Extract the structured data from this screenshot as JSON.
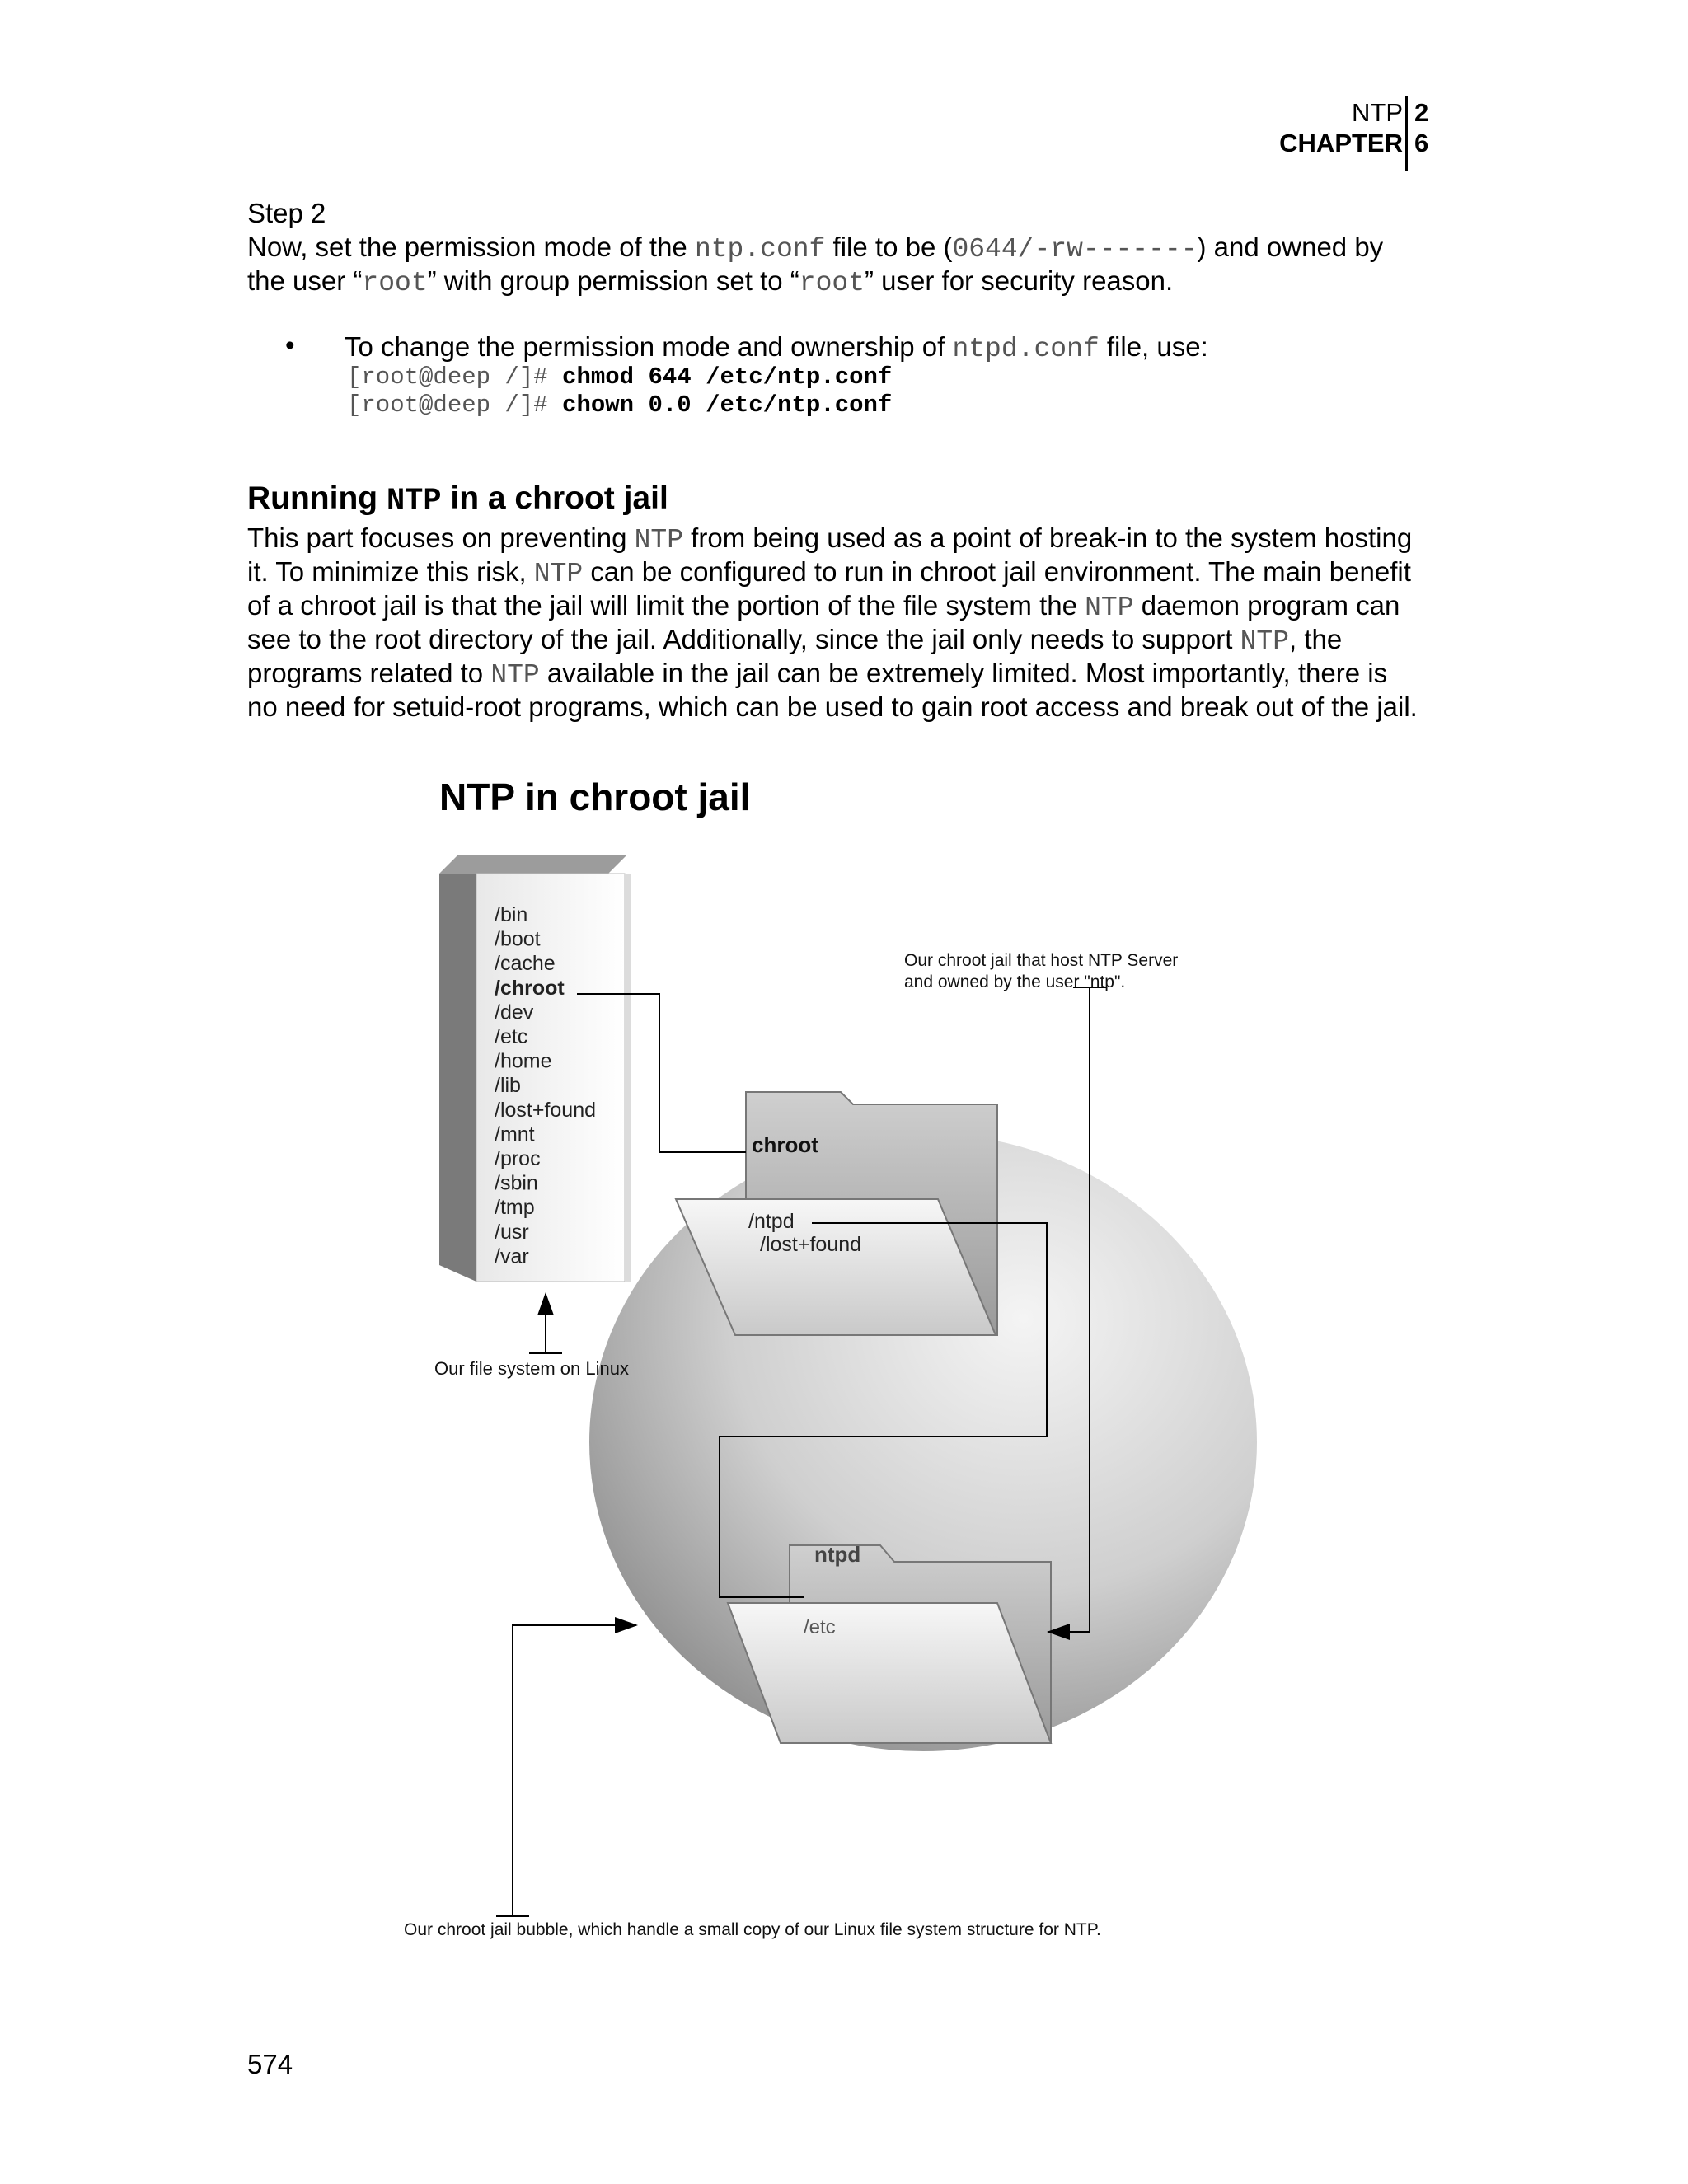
{
  "header": {
    "line1_left": "NTP",
    "line1_right": "2",
    "line2_left": "CHAPTER",
    "line2_right": "6"
  },
  "step": {
    "label": "Step 2",
    "p1_a": "Now, set the permission mode of the ",
    "p1_code1": "ntp.conf",
    "p1_b": " file to be (",
    "p1_code2": "0644/-rw-------",
    "p1_c": ") and owned by",
    "p2_a": "the user “",
    "p2_code1": "root",
    "p2_b": "” with group permission set to “",
    "p2_code2": "root",
    "p2_c": "” user for security reason."
  },
  "bullet": {
    "symbol": "•",
    "text_a": "To change the permission mode and ownership of ",
    "text_code": "ntpd.conf",
    "text_b": " file, use:",
    "cmd1_prompt": "[root@deep /]# ",
    "cmd1": "chmod 644 /etc/ntp.conf",
    "cmd2_prompt": "[root@deep /]# ",
    "cmd2": "chown 0.0 /etc/ntp.conf"
  },
  "section": {
    "title_a": "Running ",
    "title_code": "NTP",
    "title_b": " in a chroot jail",
    "l1_a": "This part focuses on preventing ",
    "l1_code": "NTP",
    "l1_b": " from being used as a point of break-in to the system hosting",
    "l2_a": "it. To minimize this risk, ",
    "l2_code": "NTP",
    "l2_b": " can be configured to run in chroot jail environment. The main benefit",
    "l3_a": "of a chroot jail is that the jail will limit the portion of the file system the ",
    "l3_code": "NTP",
    "l3_b": " daemon program can",
    "l4_a": "see to the root directory of the jail. Additionally, since the jail only needs to support ",
    "l4_code": "NTP",
    "l4_b": ", the",
    "l5_a": "programs related to ",
    "l5_code": "NTP",
    "l5_b": " available in the jail can be extremely limited. Most importantly, there is",
    "l6": "no need for setuid-root programs, which can be used to gain root access and break out of the jail."
  },
  "figure": {
    "title": "NTP in chroot jail",
    "fs_items": [
      "/bin",
      "/boot",
      "/cache",
      "/chroot",
      "/dev",
      "/etc",
      "/home",
      "/lib",
      "/lost+found",
      "/mnt",
      "/proc",
      "/sbin",
      "/tmp",
      "/usr",
      "/var"
    ],
    "fs_caption": "Our file system on Linux",
    "chroot_folder": "chroot",
    "chroot_items": [
      "/ntpd",
      "/lost+found"
    ],
    "ntpd_folder": "ntpd",
    "ntpd_items": [
      "/etc"
    ],
    "jail_note_1": "Our chroot jail that host NTP Server",
    "jail_note_2": "and owned by the user \"ntp\".",
    "bubble_caption": "Our chroot jail bubble, which handle a small copy of our Linux file system structure for NTP."
  },
  "footer": {
    "page_number": "574"
  }
}
